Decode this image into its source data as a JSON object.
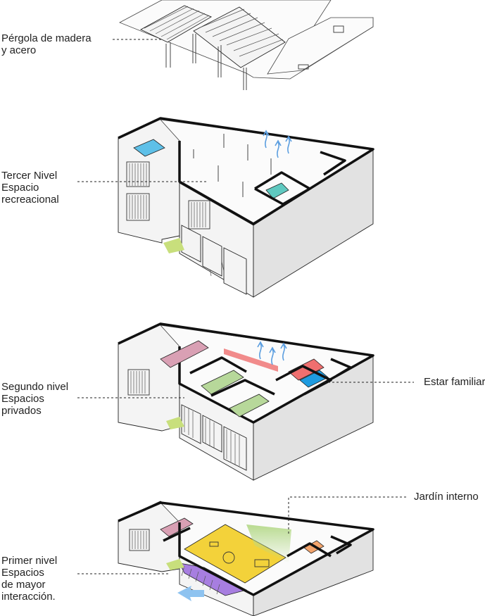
{
  "labels": {
    "pergola": [
      "Pérgola de madera",
      "y acero"
    ],
    "tercer": [
      "Tercer Nivel",
      "Espacio",
      "recreacional"
    ],
    "segundo": [
      "Segundo nivel",
      "Espacios",
      "privados"
    ],
    "estar": "Estar familiar",
    "jardin": "Jardín interno",
    "primer": [
      "Primer nivel",
      "Espacios",
      "de mayor",
      "interacción."
    ]
  },
  "colors": {
    "pool_blue": "#5ec0e8",
    "bedroom_pink": "#d9a0b4",
    "bedroom_green": "#b7d89a",
    "estar_red": "#ef6f6f",
    "estar_blue": "#1e9be0",
    "living_yellow": "#f3d23a",
    "garden_gradient": "#b5d98a",
    "terrace_purple": "#a77ee0",
    "kitchen_orange": "#f3a46c",
    "wind_arrow": "#5b9ee0",
    "entry_arrow": "#8ec3f0",
    "teal_room": "#5fc9c0",
    "grass": "#c8df7c"
  }
}
